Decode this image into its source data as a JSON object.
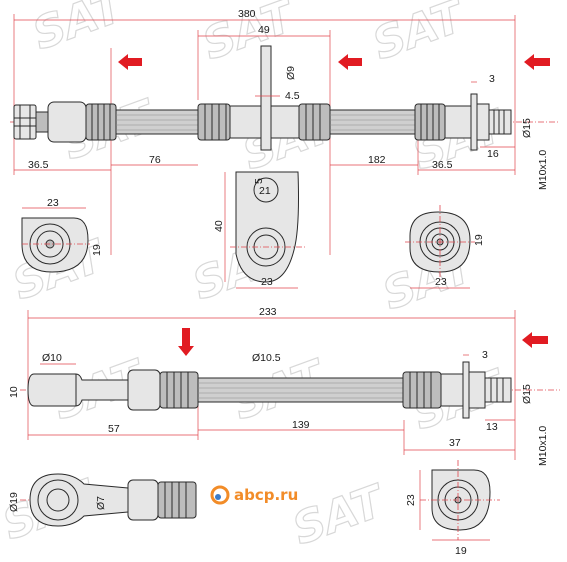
{
  "watermark": {
    "text": "SAT"
  },
  "brand": {
    "text": "abcp.ru",
    "color_primary": "#f28c28",
    "color_secondary": "#3a7bc8"
  },
  "colors": {
    "arrow": "#e11b22",
    "dimension_line": "#e0454d"
  },
  "top_hose": {
    "dims": {
      "overall_length": "380",
      "bracket_width": "49",
      "bracket_hole": "Ø9",
      "bracket_thickness": "4.5",
      "left_fitting": "36.5",
      "left_segment": "76",
      "right_segment": "182",
      "right_fitting": "36.5",
      "washer_thickness": "3",
      "fitting_diameter": "Ø15",
      "fitting_length": "16",
      "thread": "M10x1.0"
    },
    "left_end_view": {
      "width": "23",
      "height": "19"
    },
    "bracket_view": {
      "slot": "5",
      "hole": "21",
      "height": "40",
      "width": "23"
    },
    "right_end_view": {
      "height": "19",
      "width": "23"
    }
  },
  "bottom_hose": {
    "dims": {
      "overall_length": "233",
      "pipe_diameter": "Ø10",
      "hose_diameter": "Ø10.5",
      "pipe_height": "10",
      "left_length": "57",
      "middle_length": "139",
      "right_fitting": "37",
      "washer_thickness": "3",
      "fitting_diameter": "Ø15",
      "fitting_length": "13",
      "thread": "M10x1.0"
    },
    "eye_view": {
      "outer": "Ø19",
      "inner": "Ø7"
    },
    "right_end_view": {
      "height": "23",
      "width": "19"
    }
  }
}
